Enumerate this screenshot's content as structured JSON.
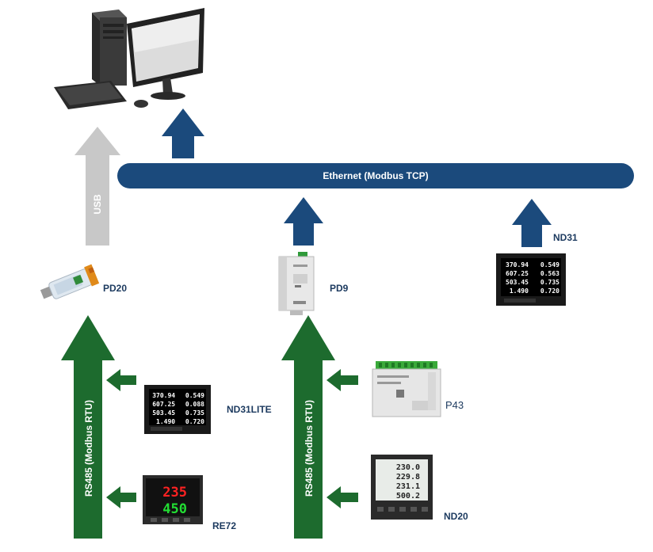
{
  "bus": {
    "ethernet_label": "Ethernet (Modbus TCP)"
  },
  "links": {
    "usb_label": "USB",
    "rs485_left_label": "RS485 (Modbus RTU)",
    "rs485_right_label": "RS485 (Modbus RTU)"
  },
  "devices": {
    "pd20": "PD20",
    "pd9": "PD9",
    "nd31": "ND31",
    "nd31lite": "ND31LITE",
    "re72": "RE72",
    "p43": "P43",
    "nd20": "ND20"
  },
  "screens": {
    "nd31lite_rows": [
      [
        "370.94",
        "0.549"
      ],
      [
        "607.25",
        "0.088"
      ],
      [
        "503.45",
        "0.735"
      ],
      [
        "1.490",
        "0.720"
      ]
    ],
    "nd31_rows": [
      [
        "370.94",
        "0.549"
      ],
      [
        "607.25",
        "0.563"
      ],
      [
        "503.45",
        "0.735"
      ],
      [
        "1.490",
        "0.720"
      ]
    ],
    "re72_top": "235",
    "re72_bottom": "450",
    "nd20_rows": [
      "230.0",
      "229.8",
      "231.1",
      "500.2"
    ]
  },
  "colors": {
    "navy": "#1b4a7c",
    "green": "#1d6b2e",
    "gray": "#c8c8c8"
  }
}
